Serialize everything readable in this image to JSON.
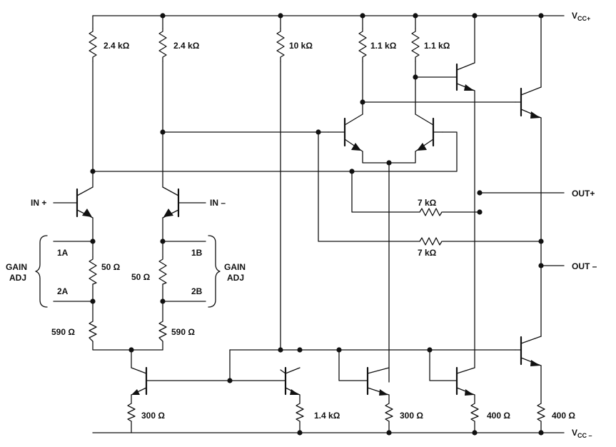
{
  "labels": {
    "r_2k4_left": "2.4 kΩ",
    "r_2k4_right": "2.4 kΩ",
    "r_10k": "10 kΩ",
    "r_1k1_left": "1.1 kΩ",
    "r_1k1_right": "1.1 kΩ",
    "r_7k_top": "7 kΩ",
    "r_7k_bottom": "7 kΩ",
    "r_50_left": "50 Ω",
    "r_50_right": "50 Ω",
    "r_590_left": "590 Ω",
    "r_590_right": "590 Ω",
    "r_300_left": "300 Ω",
    "r_1k4": "1.4 kΩ",
    "r_300_mid": "300 Ω",
    "r_400_left": "400 Ω",
    "r_400_right": "400 Ω",
    "in_plus": "IN +",
    "in_minus": "IN –",
    "out_plus": "OUT+",
    "out_minus": "OUT –",
    "gain_adj_left_1": "GAIN",
    "gain_adj_left_2": "ADJ",
    "gain_adj_right_1": "GAIN",
    "gain_adj_right_2": "ADJ",
    "pin_1a": "1A",
    "pin_2a": "2A",
    "pin_1b": "1B",
    "pin_2b": "2B",
    "vcc_plus_main": "V",
    "vcc_plus_sub": "CC+",
    "vcc_minus_main": "V",
    "vcc_minus_sub": "CC –"
  }
}
